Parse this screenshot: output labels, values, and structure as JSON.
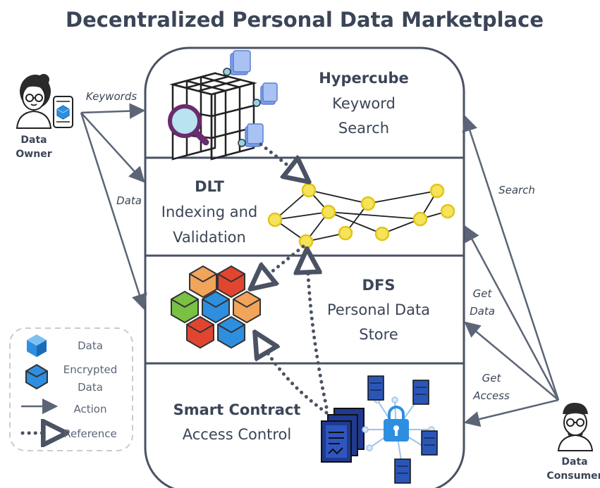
{
  "title": "Decentralized Personal Data Marketplace",
  "layers": [
    {
      "name": "Hypercube",
      "line1": "Keyword",
      "line2": "Search"
    },
    {
      "name": "DLT",
      "line1": "Indexing and",
      "line2": "Validation"
    },
    {
      "name": "DFS",
      "line1": "Personal Data",
      "line2": "Store"
    },
    {
      "name": "Smart Contract",
      "line1": "Access Control"
    }
  ],
  "actors": {
    "owner": {
      "line1": "Data",
      "line2": "Owner"
    },
    "consumer": {
      "line1": "Data",
      "line2": "Consumer"
    }
  },
  "edge_labels": {
    "keywords": "Keywords",
    "data": "Data",
    "search": "Search",
    "get_data_1": "Get",
    "get_data_2": "Data",
    "get_access_1": "Get",
    "get_access_2": "Access"
  },
  "legend": {
    "data": "Data",
    "encrypted_1": "Encrypted",
    "encrypted_2": "Data",
    "action": "Action",
    "reference": "Reference"
  },
  "colors": {
    "text": "#3b4557",
    "arrow": "#5b6577",
    "node": "#f5e35a",
    "cube_orange": "#f2a45a",
    "cube_red": "#e2452f",
    "cube_blue": "#2e8fe0",
    "cube_green": "#7ac143",
    "server": "#1f3a8f"
  }
}
